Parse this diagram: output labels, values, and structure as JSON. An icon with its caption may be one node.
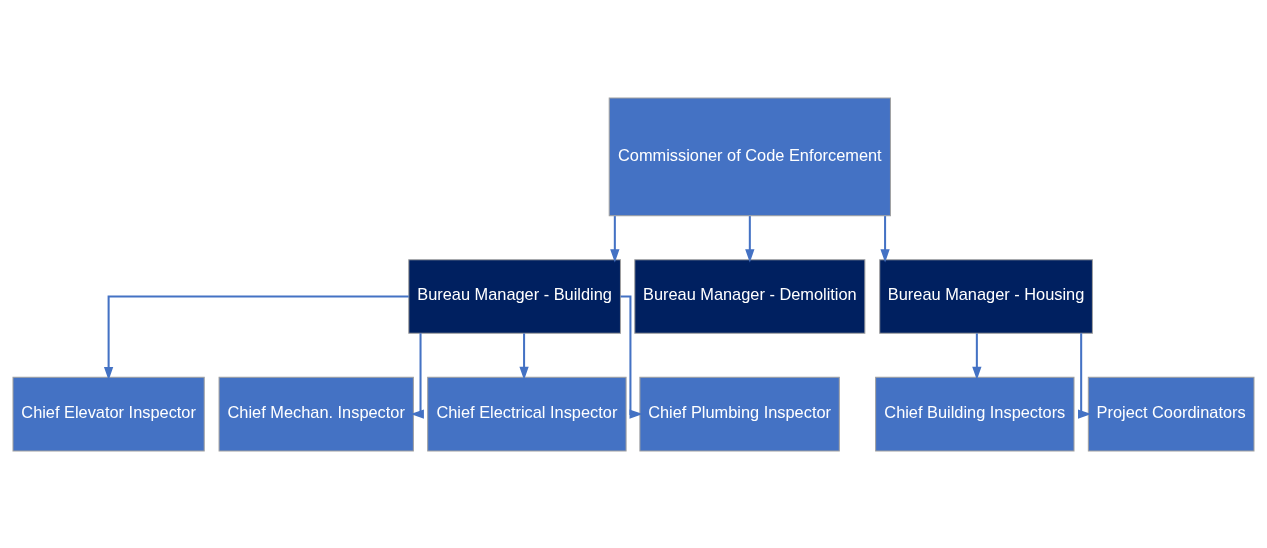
{
  "diagram": {
    "nodes": [
      {
        "text": [
          "Commissioner of Code Enforcement"
        ]
      },
      {
        "text": [
          "Bureau Manager - Building"
        ]
      },
      {
        "text": [
          "Bureau Manager - Demolition"
        ]
      },
      {
        "text": [
          "Bureau Manager - Housing"
        ]
      },
      {
        "text": [
          "Chief Elevator Inspector"
        ]
      },
      {
        "text": [
          "Chief Mechan. Inspector"
        ]
      },
      {
        "text": [
          "Chief Electrical Inspector"
        ]
      },
      {
        "text": [
          "Chief Plumbing Inspector"
        ]
      },
      {
        "text": [
          "Chief Building Inspectors"
        ]
      },
      {
        "text": [
          "Project Coordinators"
        ]
      }
    ],
    "edges": [
      {
        "from": 0,
        "to": 1,
        "arrow": "to"
      },
      {
        "from": 0,
        "to": 2,
        "arrow": "to"
      },
      {
        "from": 0,
        "to": 3,
        "arrow": "to"
      },
      {
        "from": 1,
        "to": 4,
        "arrow": "to"
      },
      {
        "from": 1,
        "to": 5,
        "arrow": "to"
      },
      {
        "from": 1,
        "to": 6,
        "arrow": "to"
      },
      {
        "from": 1,
        "to": 7,
        "arrow": "to"
      },
      {
        "from": 3,
        "to": 8,
        "arrow": "to"
      },
      {
        "from": 3,
        "to": 9,
        "arrow": "to"
      }
    ]
  }
}
